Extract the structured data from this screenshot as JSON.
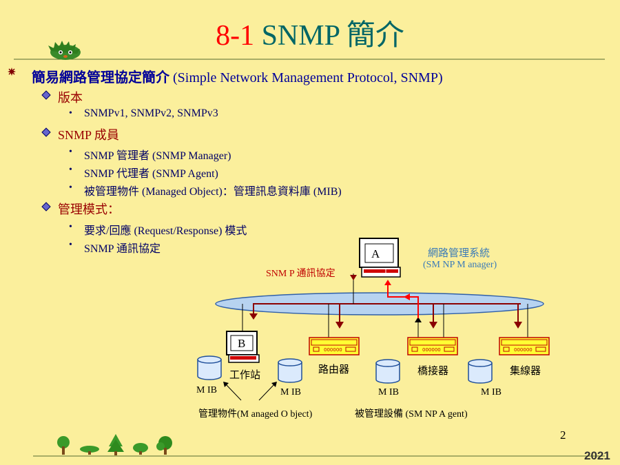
{
  "slide": {
    "title_num": "8-1",
    "title_rest": " SNMP 簡介",
    "page_number": "2",
    "year_label": "2021"
  },
  "content": {
    "main_point_zh": "簡易網路管理協定簡介",
    "main_point_en": " (Simple Network Management Protocol, SNMP)",
    "sections": [
      {
        "heading": "版本",
        "items": [
          "SNMPv1,  SNMPv2,  SNMPv3"
        ]
      },
      {
        "heading": "SNMP 成員",
        "items": [
          "SNMP 管理者 (SNMP Manager)",
          "SNMP 代理者 (SNMP Agent)",
          "被管理物件 (Managed Object)：管理訊息資料庫 (MIB)"
        ]
      },
      {
        "heading": "管理模式：",
        "items": [
          "要求/回應 (Request/Response) 模式",
          "SNMP 通訊協定"
        ]
      }
    ]
  },
  "diagram": {
    "manager_label": "網路管理系統",
    "manager_sub": "(SM NP M anager)",
    "monitor_a": "A",
    "monitor_b": "B",
    "protocol_label": "SNM P 通訊協定",
    "workstation": "工作站",
    "router": "路由器",
    "bridge": "橋接器",
    "hub": "集線器",
    "mib": "M IB",
    "managed_object": "管理物件(M anaged O bject)",
    "managed_device": "被管理設備 (SM NP A gent)"
  }
}
